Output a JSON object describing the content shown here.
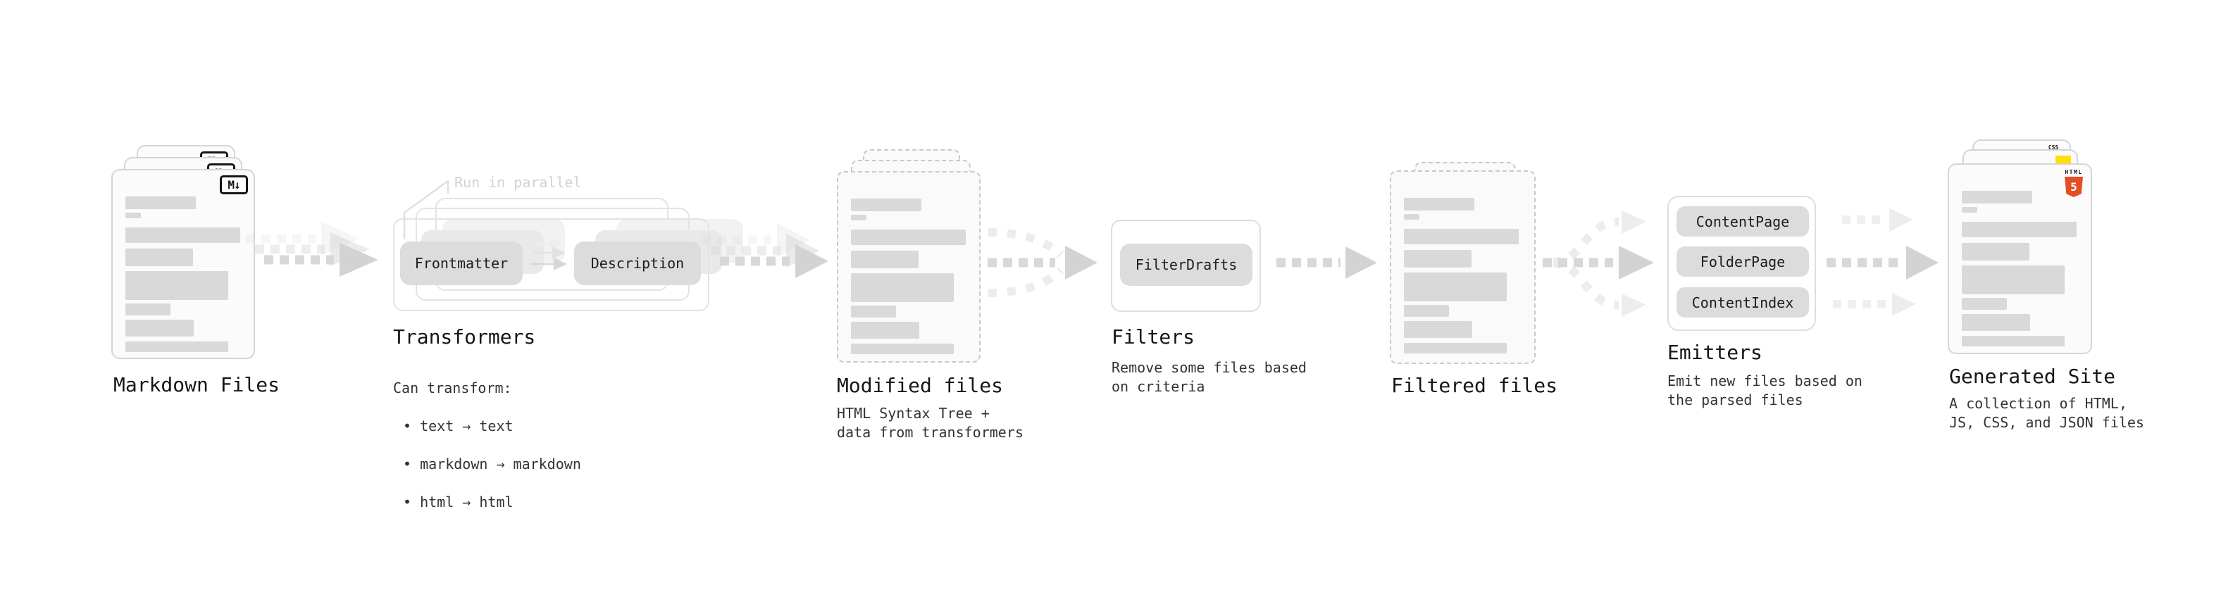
{
  "colors": {
    "accent_html5": "#e44d26",
    "accent_js": "#ffdf00",
    "accent_css": "#2965f1"
  },
  "nodes": {
    "markdown_files": {
      "label": "Markdown Files",
      "badge": "M↓"
    },
    "transformers": {
      "label": "Transformers",
      "parallel_note": "Run in parallel",
      "box_frontmatter": "Frontmatter",
      "box_description": "Description",
      "desc_heading": "Can transform:",
      "bullets": [
        "• text → text",
        "• markdown → markdown",
        "• html → html"
      ]
    },
    "modified_files": {
      "label": "Modified files",
      "description": "HTML Syntax Tree +\ndata from transformers"
    },
    "filters": {
      "label": "Filters",
      "box_filterdrafts": "FilterDrafts",
      "description": "Remove some files based\non criteria"
    },
    "filtered_files": {
      "label": "Filtered files"
    },
    "emitters": {
      "label": "Emitters",
      "boxes": [
        "ContentPage",
        "FolderPage",
        "ContentIndex"
      ],
      "description": "Emit new files based on\nthe parsed files"
    },
    "generated_site": {
      "label": "Generated Site",
      "badge_css": "CSS",
      "badge_html": "HTML",
      "badge_five": "5",
      "description": "A collection of HTML,\nJS, CSS, and JSON files"
    }
  }
}
